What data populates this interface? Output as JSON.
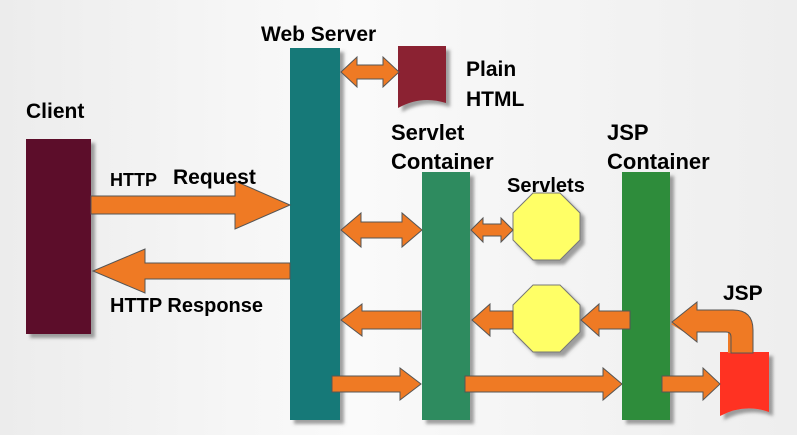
{
  "labels": {
    "web_server": "Web Server",
    "plain": "Plain",
    "html": "HTML",
    "client": "Client",
    "servlet": "Servlet",
    "container1": "Container",
    "jsp_title": "JSP",
    "container2": "Container",
    "servlets": "Servlets",
    "http_small": "HTTP",
    "request": "Request",
    "response": "HTTP Response",
    "jsp_page": "JSP"
  },
  "colors": {
    "client": "#5c0a2c",
    "web_server": "#127978",
    "servlet_container": "#2e8b5e",
    "jsp_container": "#2f8c3a",
    "plain_html": "#8b2232",
    "servlet_octagon": "#ffff66",
    "jsp_page": "#ff3020",
    "arrow": "#ef7a24"
  }
}
